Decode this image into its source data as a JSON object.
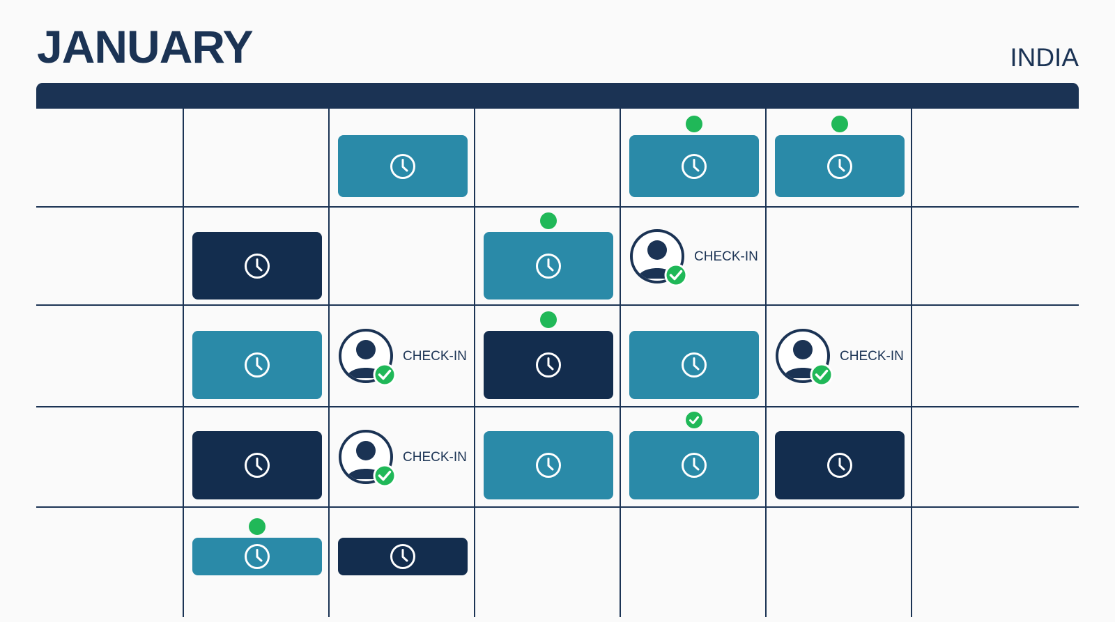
{
  "header": {
    "month": "JANUARY",
    "region": "INDIA"
  },
  "colors": {
    "navy": "#1b3354",
    "event_light": "#2a8aa8",
    "event_dark": "#132d4e",
    "status_green": "#20b858",
    "background": "#fafafa"
  },
  "icons": {
    "event": "clock-icon",
    "checkin_avatar": "user-avatar-icon",
    "checkin_badge": "checkmark-badge-icon",
    "status": "status-dot"
  },
  "checkin_label": "CHECK-IN",
  "grid": {
    "columns": 7,
    "rows": 5
  },
  "rows": [
    {
      "cells": [
        {
          "col": 2,
          "type": "event",
          "variant": "light"
        },
        {
          "col": 4,
          "type": "event",
          "variant": "light",
          "status": "dot"
        },
        {
          "col": 5,
          "type": "event",
          "variant": "light",
          "status": "dot"
        }
      ]
    },
    {
      "cells": [
        {
          "col": 1,
          "type": "event",
          "variant": "dark"
        },
        {
          "col": 3,
          "type": "event",
          "variant": "light",
          "status": "dot"
        },
        {
          "col": 4,
          "type": "checkin",
          "label": "CHECK-IN"
        }
      ]
    },
    {
      "cells": [
        {
          "col": 1,
          "type": "event",
          "variant": "light"
        },
        {
          "col": 2,
          "type": "checkin",
          "label": "CHECK-IN"
        },
        {
          "col": 3,
          "type": "event",
          "variant": "dark",
          "status": "dot"
        },
        {
          "col": 4,
          "type": "event",
          "variant": "light"
        },
        {
          "col": 5,
          "type": "checkin",
          "label": "CHECK-IN"
        }
      ]
    },
    {
      "cells": [
        {
          "col": 1,
          "type": "event",
          "variant": "dark"
        },
        {
          "col": 2,
          "type": "checkin",
          "label": "CHECK-IN"
        },
        {
          "col": 3,
          "type": "event",
          "variant": "light"
        },
        {
          "col": 4,
          "type": "event",
          "variant": "light",
          "status": "check"
        },
        {
          "col": 5,
          "type": "event",
          "variant": "dark"
        }
      ]
    },
    {
      "cells": [
        {
          "col": 1,
          "type": "event",
          "variant": "light",
          "status": "dot"
        },
        {
          "col": 2,
          "type": "event",
          "variant": "dark"
        }
      ]
    }
  ]
}
